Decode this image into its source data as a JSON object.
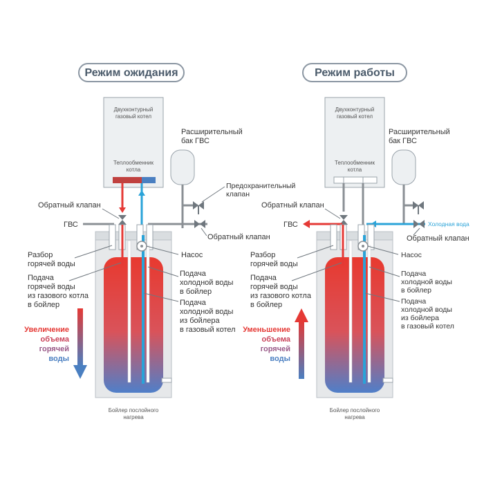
{
  "left": {
    "title": "Режим ожидания",
    "boiler_line1": "Двухконтурный",
    "boiler_line2": "газовый котел",
    "hx_line1": "Теплообменник",
    "hx_line2": "котла",
    "tank_line1": "Расширительный",
    "tank_line2": "бак ГВС",
    "safety_line1": "Предохранительный",
    "safety_line2": "клапан",
    "check_valve_top": "Обратный клапан",
    "gvs": "ГВС",
    "check_valve_right": "Обратный клапан",
    "draw_line1": "Разбор",
    "draw_line2": "горячей воды",
    "pump": "Насос",
    "supply_hot_line1": "Подача",
    "supply_hot_line2": "горячей воды",
    "supply_hot_line3": "из газового котла",
    "supply_hot_line4": "в бойлер",
    "cold_in_line1": "Подача",
    "cold_in_line2": "холодной воды",
    "cold_in_line3": "в бойлер",
    "cold_out_line1": "Подача",
    "cold_out_line2": "холодной воды",
    "cold_out_line3": "из бойлера",
    "cold_out_line4": "в газовый котел",
    "arrow_line1": "Увеличение",
    "arrow_line2": "объема",
    "arrow_line3": "горячей",
    "arrow_line4": "воды",
    "bottom_line1": "Бойлер послойного",
    "bottom_line2": "нагрева"
  },
  "right": {
    "title": "Режим работы",
    "boiler_line1": "Двухконтурный",
    "boiler_line2": "газовый котел",
    "hx_line1": "Теплообменник",
    "hx_line2": "котла",
    "tank_line1": "Расширительный",
    "tank_line2": "бак ГВС",
    "check_valve_top": "Обратный клапан",
    "gvs": "ГВС",
    "cold_water": "Холодная вода",
    "check_valve_right": "Обратный клапан",
    "draw_line1": "Разбор",
    "draw_line2": "горячей воды",
    "pump": "Насос",
    "supply_hot_line1": "Подача",
    "supply_hot_line2": "горячей воды",
    "supply_hot_line3": "из газового котла",
    "supply_hot_line4": "в бойлер",
    "cold_in_line1": "Подача",
    "cold_in_line2": "холодной воды",
    "cold_in_line3": "в бойлер",
    "cold_out_line1": "Подача",
    "cold_out_line2": "холодной воды",
    "cold_out_line3": "из бойлера",
    "cold_out_line4": "в газовый котел",
    "arrow_line1": "Уменьшение",
    "arrow_line2": "объема",
    "arrow_line3": "горячей",
    "arrow_line4": "воды",
    "bottom_line1": "Бойлер послойного",
    "bottom_line2": "нагрева"
  },
  "colors": {
    "hot": "#e53935",
    "cold": "#2aa3d8",
    "blue_arrow": "#4a7fc1",
    "pipe": "#8a8f94",
    "casing": "#e6e8ea"
  }
}
